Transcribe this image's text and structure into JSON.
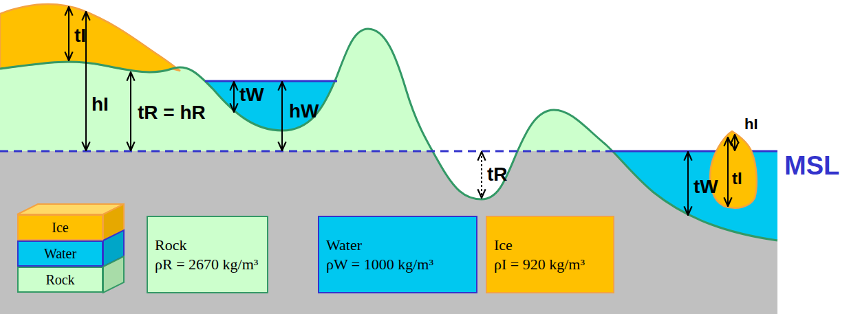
{
  "diagram": {
    "nodes": [
      {
        "text": [
          "Ice"
        ]
      },
      {
        "text": [
          "Water"
        ]
      },
      {
        "text": [
          "Rock"
        ]
      },
      {
        "text": [
          "Rock",
          "ρR = 2670 kg/m³"
        ]
      },
      {
        "text": [
          "Water",
          "ρW = 1000 kg/m³"
        ]
      },
      {
        "text": [
          "Ice",
          "ρI = 920 kg/m³"
        ]
      }
    ],
    "labels": [
      "tI",
      "hI",
      "tR = hR",
      "tW",
      "hW",
      "tR",
      "tW",
      "hI",
      "tI",
      "MSL"
    ]
  }
}
